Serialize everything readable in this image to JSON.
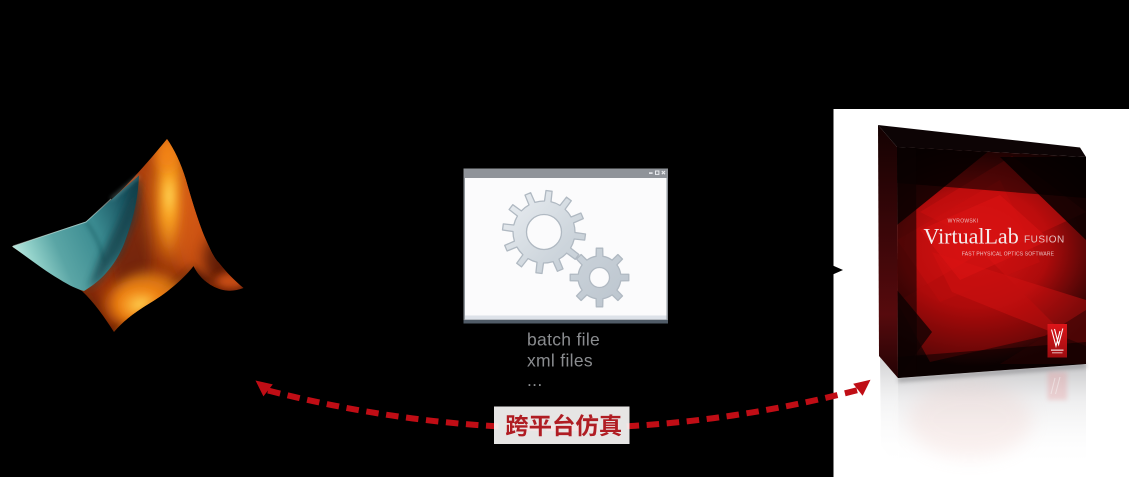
{
  "canvas": {
    "background": "#000000"
  },
  "matlab": {
    "description": "MATLAB membrane logo"
  },
  "app_window": {
    "controls": [
      "minimize-icon",
      "maximize-icon",
      "close-icon"
    ],
    "icon": "gears-icon",
    "files": [
      "batch file",
      "xml files",
      "..."
    ]
  },
  "virtuallab": {
    "brand": "WYROWSKI",
    "product": "VirtualLab",
    "edition": "FUSION",
    "tagline": "FAST PHYSICAL OPTICS SOFTWARE",
    "badge_letter": "W"
  },
  "bridge": {
    "label": "跨平台仿真",
    "arrow_color": "#c00d15",
    "label_color": "#b01d23"
  }
}
